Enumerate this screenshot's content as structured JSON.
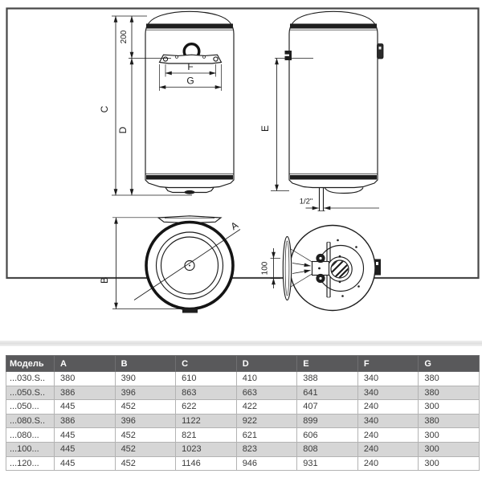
{
  "diagram": {
    "labels": {
      "c": "C",
      "d": "D",
      "e": "E",
      "b": "B",
      "a": "A",
      "f": "F",
      "g": "G",
      "offset_200": "200",
      "spacing_100": "100",
      "pipe": "1/2\""
    }
  },
  "table": {
    "headers": [
      "Модель",
      "A",
      "B",
      "C",
      "D",
      "E",
      "F",
      "G"
    ],
    "rows": [
      [
        "...030.S..",
        "380",
        "390",
        "610",
        "410",
        "388",
        "340",
        "380"
      ],
      [
        "...050.S..",
        "386",
        "396",
        "863",
        "663",
        "641",
        "340",
        "380"
      ],
      [
        "...050...",
        "445",
        "452",
        "622",
        "422",
        "407",
        "240",
        "300"
      ],
      [
        "...080.S..",
        "386",
        "396",
        "1122",
        "922",
        "899",
        "340",
        "380"
      ],
      [
        "...080...",
        "445",
        "452",
        "821",
        "621",
        "606",
        "240",
        "300"
      ],
      [
        "...100...",
        "445",
        "452",
        "1023",
        "823",
        "808",
        "240",
        "300"
      ],
      [
        "...120...",
        "445",
        "452",
        "1146",
        "946",
        "931",
        "240",
        "300"
      ]
    ]
  },
  "colors": {
    "line": "#1c1c1c",
    "table_header_bg": "#59595b",
    "table_row_alt": "#d6d6d6",
    "divider_band": "#dedede"
  }
}
